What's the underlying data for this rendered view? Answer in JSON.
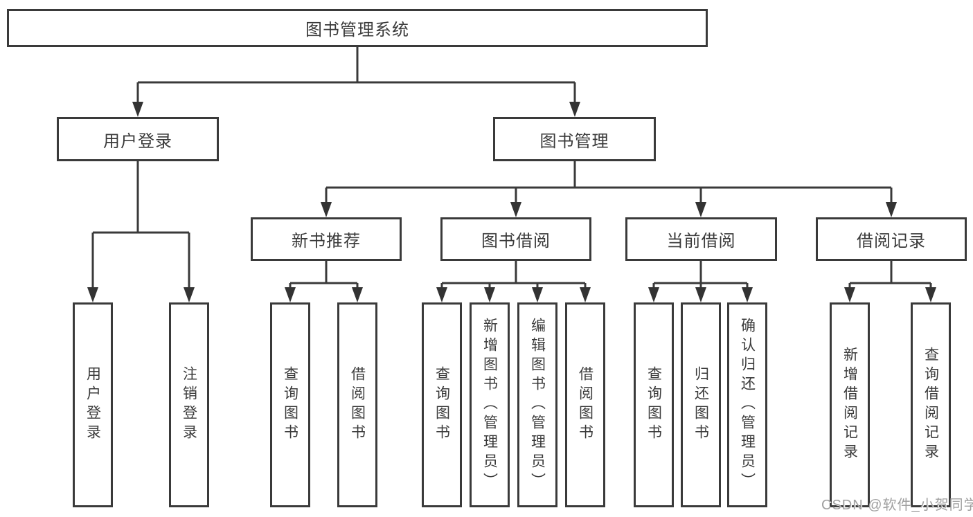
{
  "diagram_title": "图书管理系统",
  "tree": {
    "root": {
      "label": "图书管理系统"
    },
    "branches": [
      {
        "label": "用户登录",
        "children": [
          {
            "label": "用户登录"
          },
          {
            "label": "注销登录"
          }
        ]
      },
      {
        "label": "图书管理",
        "children": [
          {
            "label": "新书推荐",
            "children": [
              {
                "label": "查询图书"
              },
              {
                "label": "借阅图书"
              }
            ]
          },
          {
            "label": "图书借阅",
            "children": [
              {
                "label": "查询图书"
              },
              {
                "label": "新增图书（管理员）"
              },
              {
                "label": "编辑图书（管理员）"
              },
              {
                "label": "借阅图书"
              }
            ]
          },
          {
            "label": "当前借阅",
            "children": [
              {
                "label": "查询图书"
              },
              {
                "label": "归还图书"
              },
              {
                "label": "确认归还（管理员）"
              }
            ]
          },
          {
            "label": "借阅记录",
            "children": [
              {
                "label": "新增借阅记录"
              },
              {
                "label": "查询借阅记录"
              }
            ]
          }
        ]
      }
    ]
  },
  "watermark": {
    "text": "CSDN @软件_小贺同学"
  },
  "colors": {
    "line": "#3a3a3a",
    "text": "#3a3a3a",
    "box_background": "#ffffff",
    "page_background": "#ffffff",
    "watermark": "#9f9f9f"
  }
}
